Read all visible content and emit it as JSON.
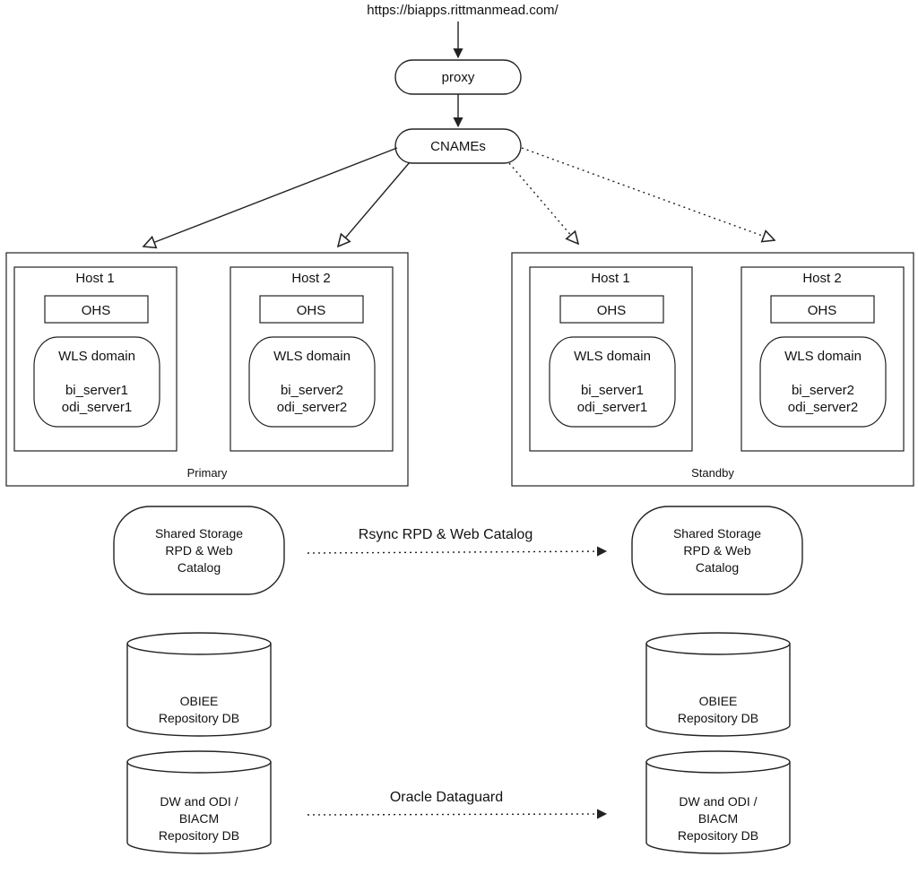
{
  "url": "https://biapps.rittmanmead.com/",
  "proxy": "proxy",
  "cnames": "CNAMEs",
  "sites": {
    "primary": {
      "label": "Primary",
      "host1": {
        "title": "Host 1",
        "ohs": "OHS",
        "wls": "WLS domain",
        "bi": "bi_server1",
        "odi": "odi_server1"
      },
      "host2": {
        "title": "Host 2",
        "ohs": "OHS",
        "wls": "WLS domain",
        "bi": "bi_server2",
        "odi": "odi_server2"
      }
    },
    "standby": {
      "label": "Standby",
      "host1": {
        "title": "Host 1",
        "ohs": "OHS",
        "wls": "WLS domain",
        "bi": "bi_server1",
        "odi": "odi_server1"
      },
      "host2": {
        "title": "Host 2",
        "ohs": "OHS",
        "wls": "WLS domain",
        "bi": "bi_server2",
        "odi": "odi_server2"
      }
    }
  },
  "storage": {
    "primary": [
      "Shared Storage",
      "RPD & Web",
      "Catalog"
    ],
    "standby": [
      "Shared Storage",
      "RPD & Web",
      "Catalog"
    ],
    "sync_label": "Rsync RPD & Web Catalog"
  },
  "obiee_db": {
    "primary": [
      "OBIEE",
      "Repository DB"
    ],
    "standby": [
      "OBIEE",
      "Repository DB"
    ]
  },
  "dw_db": {
    "primary": [
      "DW and ODI /",
      "BIACM",
      "Repository DB"
    ],
    "standby": [
      "DW and ODI /",
      "BIACM",
      "Repository DB"
    ],
    "sync_label": "Oracle Dataguard"
  }
}
